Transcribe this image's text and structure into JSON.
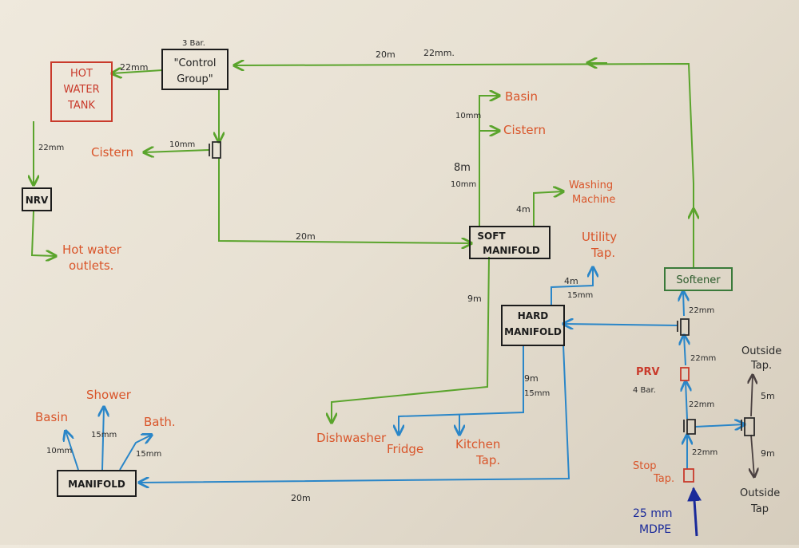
{
  "boxes": {
    "hot_water_tank": [
      "HOT",
      "WATER",
      "TANK"
    ],
    "control_group": [
      "\"Control",
      "Group\""
    ],
    "nrv": "NRV",
    "soft_manifold": [
      "SOFT",
      "MANIFOLD"
    ],
    "hard_manifold": [
      "HARD",
      "MANIFOLD"
    ],
    "manifold": "MANIFOLD",
    "softener": "Softener"
  },
  "labels": {
    "pressure_3bar": "3 Bar.",
    "tank_pipe": "22mm",
    "top_len": "20m",
    "top_size": "22mm.",
    "tank_down": "22mm",
    "cistern_left": "Cistern",
    "cistern_left_size": "10mm",
    "hot_outlets": [
      "Hot water",
      "outlets."
    ],
    "ctrl_to_soft": "20m",
    "basin_right": "Basin",
    "cistern_right": "Cistern",
    "soft_branch_size": "10mm",
    "soft_up_len": "8m",
    "soft_up_size": "10mm",
    "washing_machine": [
      "Washing",
      "Machine"
    ],
    "washing_len": "4m",
    "utility_tap": [
      "Utility",
      "Tap."
    ],
    "utility_len": "4m",
    "utility_size": "15mm",
    "soft_down_len": "9m",
    "hard_down_len": "9m",
    "hard_down_size": "15mm",
    "dishwasher": "Dishwasher",
    "fridge": "Fridge",
    "kitchen_tap": [
      "Kitchen",
      "Tap."
    ],
    "manifold_basin": "Basin",
    "manifold_shower": "Shower",
    "manifold_bath": "Bath.",
    "basin_size": "10mm",
    "shower_size": "15mm",
    "bath_size": "15mm",
    "manifold_len": "20m",
    "softener_up": "22mm",
    "softener_down": "22mm",
    "prv": "PRV",
    "prv_pressure": "4 Bar.",
    "prv_down": "22mm",
    "stop_tap_size": "22mm",
    "stop_tap": [
      "Stop",
      "Tap."
    ],
    "mdpe": [
      "25 mm",
      "MDPE"
    ],
    "outside_tap_top": [
      "Outside",
      "Tap."
    ],
    "outside_tap_top_len": "5m",
    "outside_tap_bottom": [
      "Outside",
      "Tap"
    ],
    "outside_tap_bottom_len": "9m"
  },
  "colors": {
    "soft_pipe": "#5aa42c",
    "hard_pipe": "#2a86c8",
    "mains_pipe": "#1a2a9a",
    "outlet_text": "#d9552a",
    "tank_box": "#c93a2b"
  }
}
